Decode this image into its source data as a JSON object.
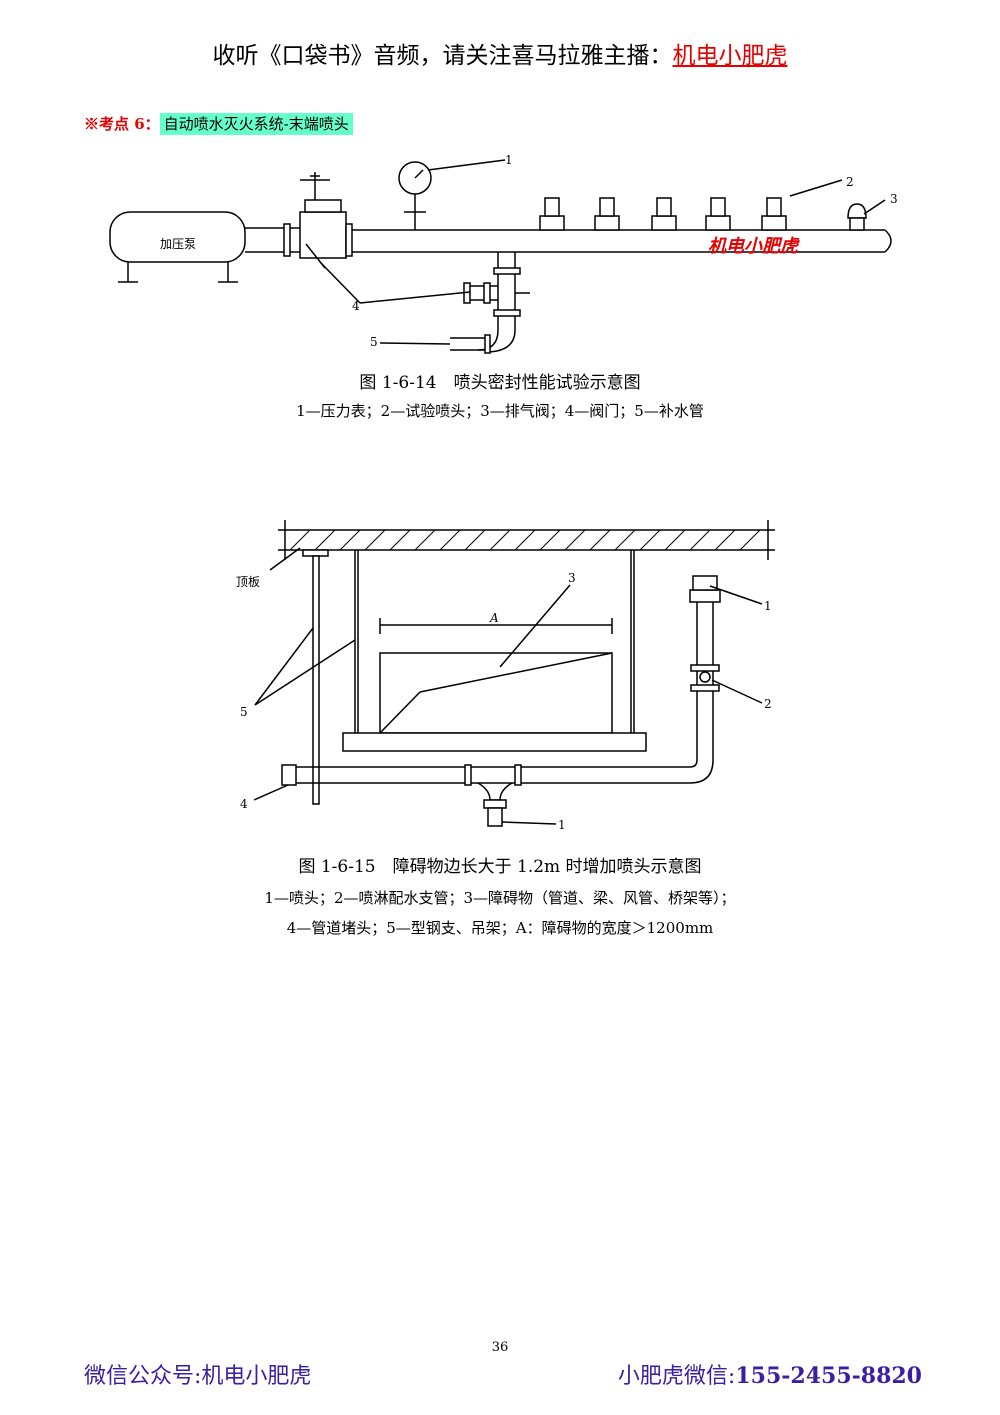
{
  "header": {
    "prefix": "收听《口袋书》音频，请关注喜马拉雅主播：",
    "host": "机电小肥虎"
  },
  "kaodian": {
    "label": "※考点 6：",
    "topic": "自动喷水灭火系统-末端喷头"
  },
  "figure1": {
    "pump_label": "加压泵",
    "watermark": "机电小肥虎",
    "callouts": [
      "1",
      "2",
      "3",
      "4",
      "5"
    ],
    "caption": "图 1-6-14　喷头密封性能试验示意图",
    "legend": "1—压力表；2—试验喷头；3—排气阀；4—阀门；5—补水管"
  },
  "figure2": {
    "ceiling_label": "顶板",
    "dimension_label": "A",
    "callouts": {
      "c1_top": "1",
      "c2": "2",
      "c3": "3",
      "c4": "4",
      "c5": "5",
      "c1_bottom": "1"
    },
    "caption": "图 1-6-15　障碍物边长大于 1.2m 时增加喷头示意图",
    "legend_line1": "1—喷头；2—喷淋配水支管；3—障碍物（管道、梁、风管、桥架等）；",
    "legend_line2": "4—管道堵头；5—型钢支、吊架；A：障碍物的宽度＞1200mm"
  },
  "page_number": "36",
  "footer": {
    "left": "微信公众号:机电小肥虎",
    "right_prefix": "小肥虎微信:",
    "right_number": "155-2455-8820"
  }
}
